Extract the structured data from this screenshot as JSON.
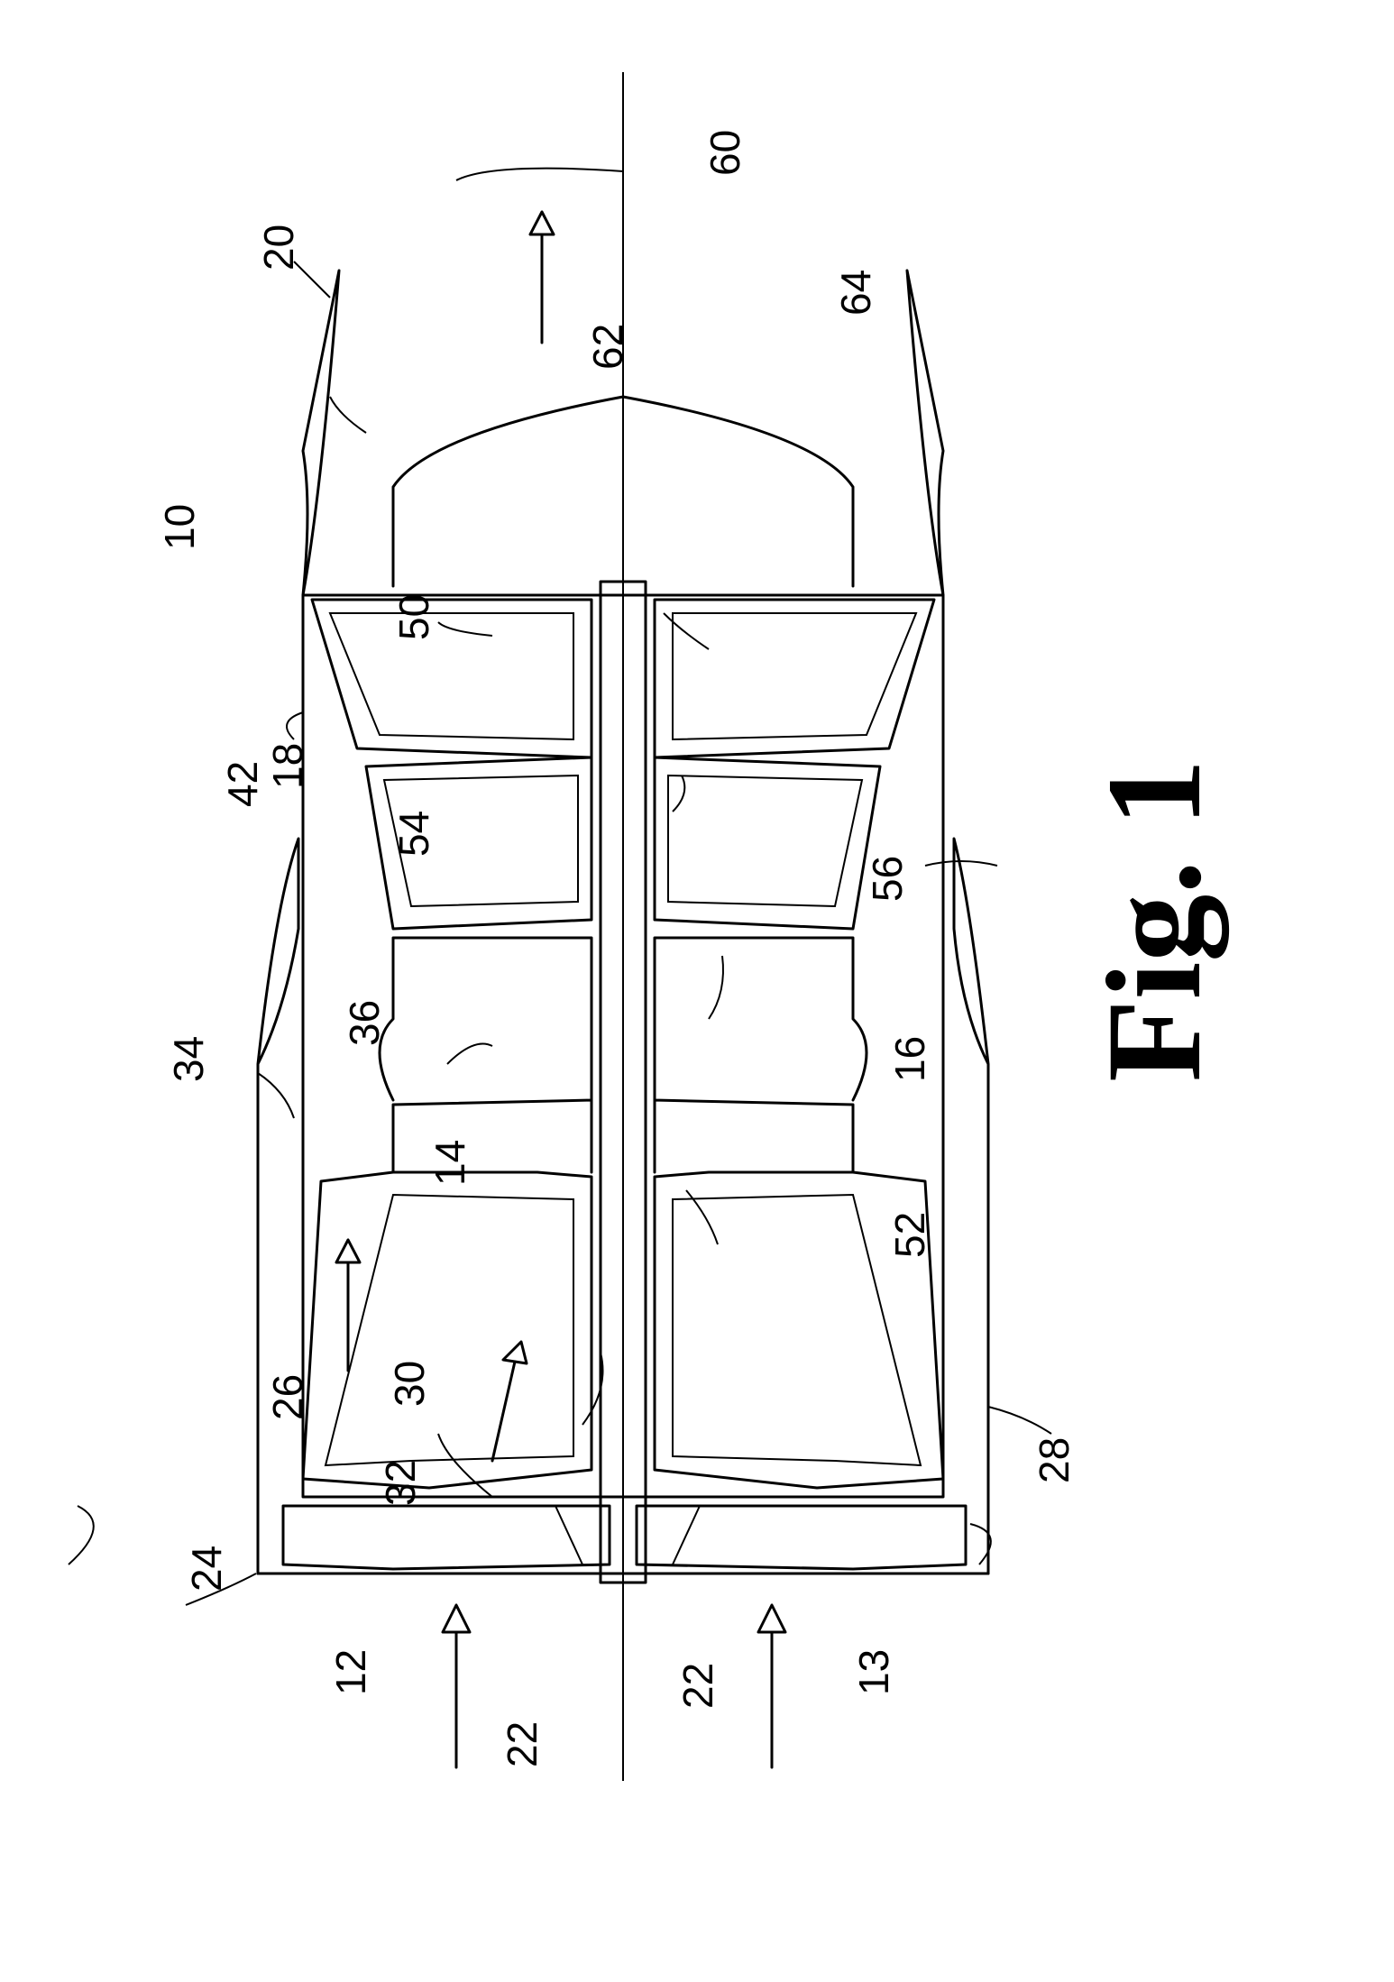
{
  "figure_title": "Fig. 1",
  "reference_labels": {
    "engine": "10",
    "inlet": "12",
    "fan_lower": "13",
    "compressor": "14",
    "combustor": "16",
    "turbine": "18",
    "nozzle": "20",
    "intake_flow_upper": "22",
    "intake_flow_lower": "22",
    "fan_blade": "24",
    "bypass_duct": "26",
    "compressor_blade": "28",
    "bypass_flow": "30",
    "core_flow": "32",
    "outer_casing": "34",
    "core_casing": "36",
    "bypass_exit": "42",
    "turbine_stage_rear": "50",
    "shaft": "52",
    "turbine_stage_front": "54",
    "shaft_bearing": "56",
    "centerline": "60",
    "exhaust_flow": "62",
    "exhaust_nozzle_lower": "64"
  }
}
